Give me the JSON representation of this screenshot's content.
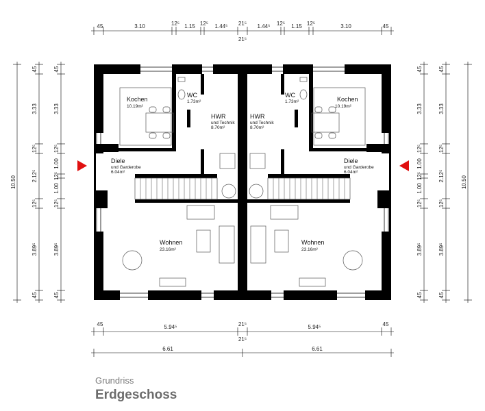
{
  "caption": {
    "subtitle": "Grundriss",
    "title": "Erdgeschoss"
  },
  "rooms": {
    "kochen_left": {
      "name": "Kochen",
      "area": "10.19m²"
    },
    "kochen_right": {
      "name": "Kochen",
      "area": "10.19m²"
    },
    "wc_left": {
      "name": "WC",
      "area": "1.73m²"
    },
    "wc_right": {
      "name": "WC",
      "area": "1.73m²"
    },
    "hwr_left": {
      "name": "HWR",
      "sub": "und Technik",
      "area": "8.70m²"
    },
    "hwr_right": {
      "name": "HWR",
      "sub": "und Technik",
      "area": "8.70m²"
    },
    "diele_left": {
      "name": "Diele",
      "sub": "und Garderobe",
      "area": "6.04m²"
    },
    "diele_right": {
      "name": "Diele",
      "sub": "und Garderobe",
      "area": "6.04m²"
    },
    "wohnen_left": {
      "name": "Wohnen",
      "area": "23.16m²"
    },
    "wohnen_right": {
      "name": "Wohnen",
      "area": "23.16m²"
    }
  },
  "dims": {
    "top": [
      "45",
      "3.10",
      "12⁵",
      "1.15",
      "12⁵",
      "1.44⁵",
      "21⁵",
      "1.44⁵",
      "12⁵",
      "1.15",
      "12⁵",
      "3.10",
      "45"
    ],
    "top_party": "21⁵",
    "bottom": [
      "45",
      "5.94⁵",
      "21⁵",
      "5.94⁵",
      "45"
    ],
    "bottom_party": "21⁵",
    "bottom_total": [
      "6.61",
      "6.61"
    ],
    "side_outer": [
      "45",
      "3.33",
      "12⁵",
      "2.12⁵",
      "12⁵",
      "3.89⁵",
      "45"
    ],
    "side_inner": [
      "45",
      "3.33",
      "12⁵",
      "1.00",
      "12⁵",
      "1.00",
      "12⁵",
      "3.89⁵",
      "45"
    ],
    "side_total": "10.50"
  },
  "colors": {
    "wall": "#000000",
    "entrance_marker": "#e01010",
    "caption": "#6b6b6b"
  }
}
